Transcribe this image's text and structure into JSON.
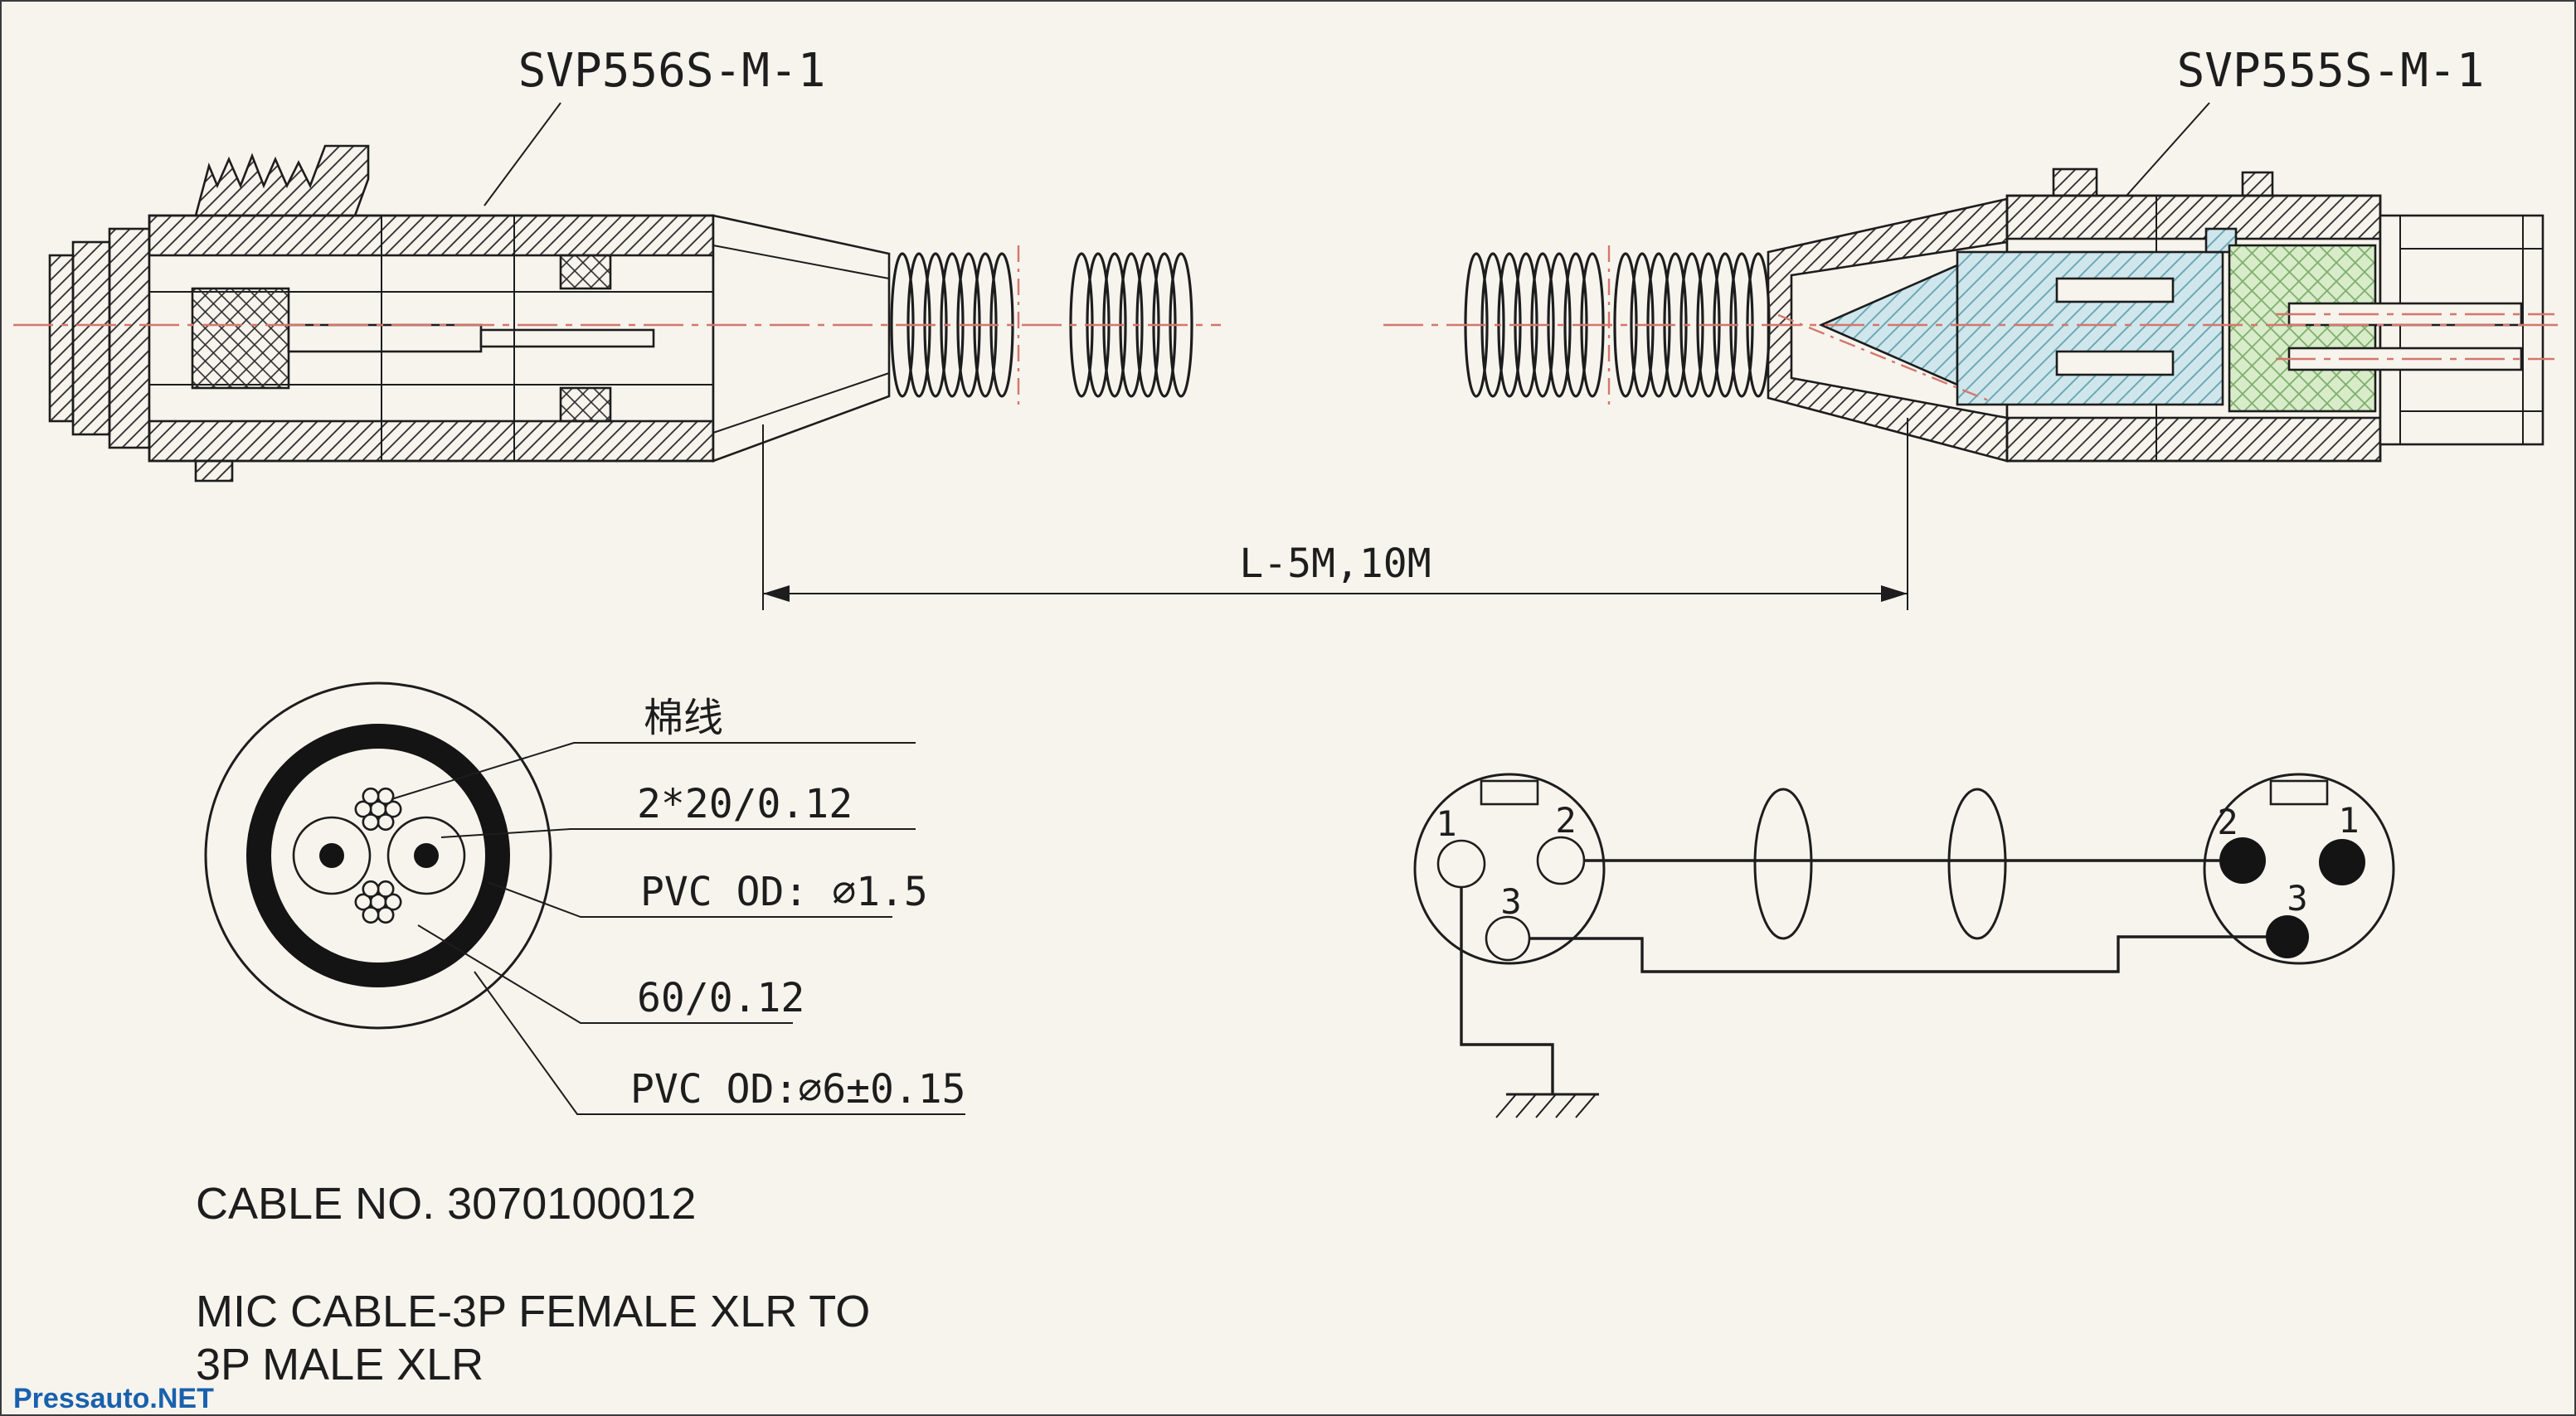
{
  "page": {
    "watermark": "Pressauto.NET"
  },
  "drawing": {
    "left_connector_label": "SVP556S-M-1",
    "right_connector_label": "SVP555S-M-1",
    "length_dimension": "L-5M,10M"
  },
  "cable_cross_section": {
    "callouts": [
      "棉线",
      "2*20/0.12",
      "PVC OD: ∅1.5",
      "60/0.12",
      "PVC OD:∅6±0.15"
    ]
  },
  "title_block": {
    "cable_no": "CABLE NO. 3070100012",
    "description_line1": "MIC CABLE-3P FEMALE XLR TO",
    "description_line2": "3P MALE XLR"
  },
  "pinout": {
    "left_connector_pins": [
      "1",
      "2",
      "3"
    ],
    "right_connector_pins": [
      "2",
      "1",
      "3"
    ]
  },
  "colors": {
    "background": "#f7f4ee",
    "ink": "#1d1d1d",
    "centerline_red": "#d4776b",
    "insulator_blue": "#cfe7ec",
    "insulator_green": "#d8ecca",
    "watermark_blue": "#1961ad"
  }
}
